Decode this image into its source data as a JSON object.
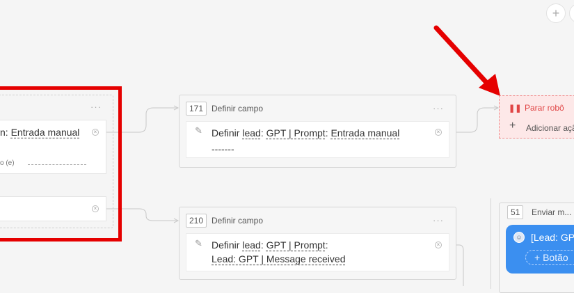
{
  "left_block": {
    "line1_prefix": "n: ",
    "line1_link": "Entrada manual",
    "line2": "o (e)"
  },
  "card_171": {
    "number": "171",
    "title": "Definir campo",
    "text_define": "Definir ",
    "text_lead": "lead",
    "text_colon1": ": ",
    "text_field": "GPT | Prompt",
    "text_colon2": ": ",
    "text_value": "Entrada manual",
    "text_dashes": "-------"
  },
  "card_210": {
    "number": "210",
    "title": "Definir campo",
    "text_define": "Definir ",
    "text_lead": "lead",
    "text_colon1": ": ",
    "text_field": "GPT | Prompt",
    "text_colon2": ":",
    "text_value": "Lead: GPT | Message received"
  },
  "stop_box": {
    "stop_label": "Parar robô",
    "add_action_label": "Adicionar açã"
  },
  "message_card": {
    "number": "51",
    "title": "Enviar m...",
    "bubble_text": "[Lead: GPT",
    "button_label": "+ Botão"
  },
  "icons": {
    "plus": "+",
    "close": "×",
    "pencil": "✎",
    "pause": "❚❚",
    "dots": "···"
  },
  "colors": {
    "highlight": "#e50000",
    "stop_text": "#e04444",
    "bubble": "#3b8ff0"
  }
}
